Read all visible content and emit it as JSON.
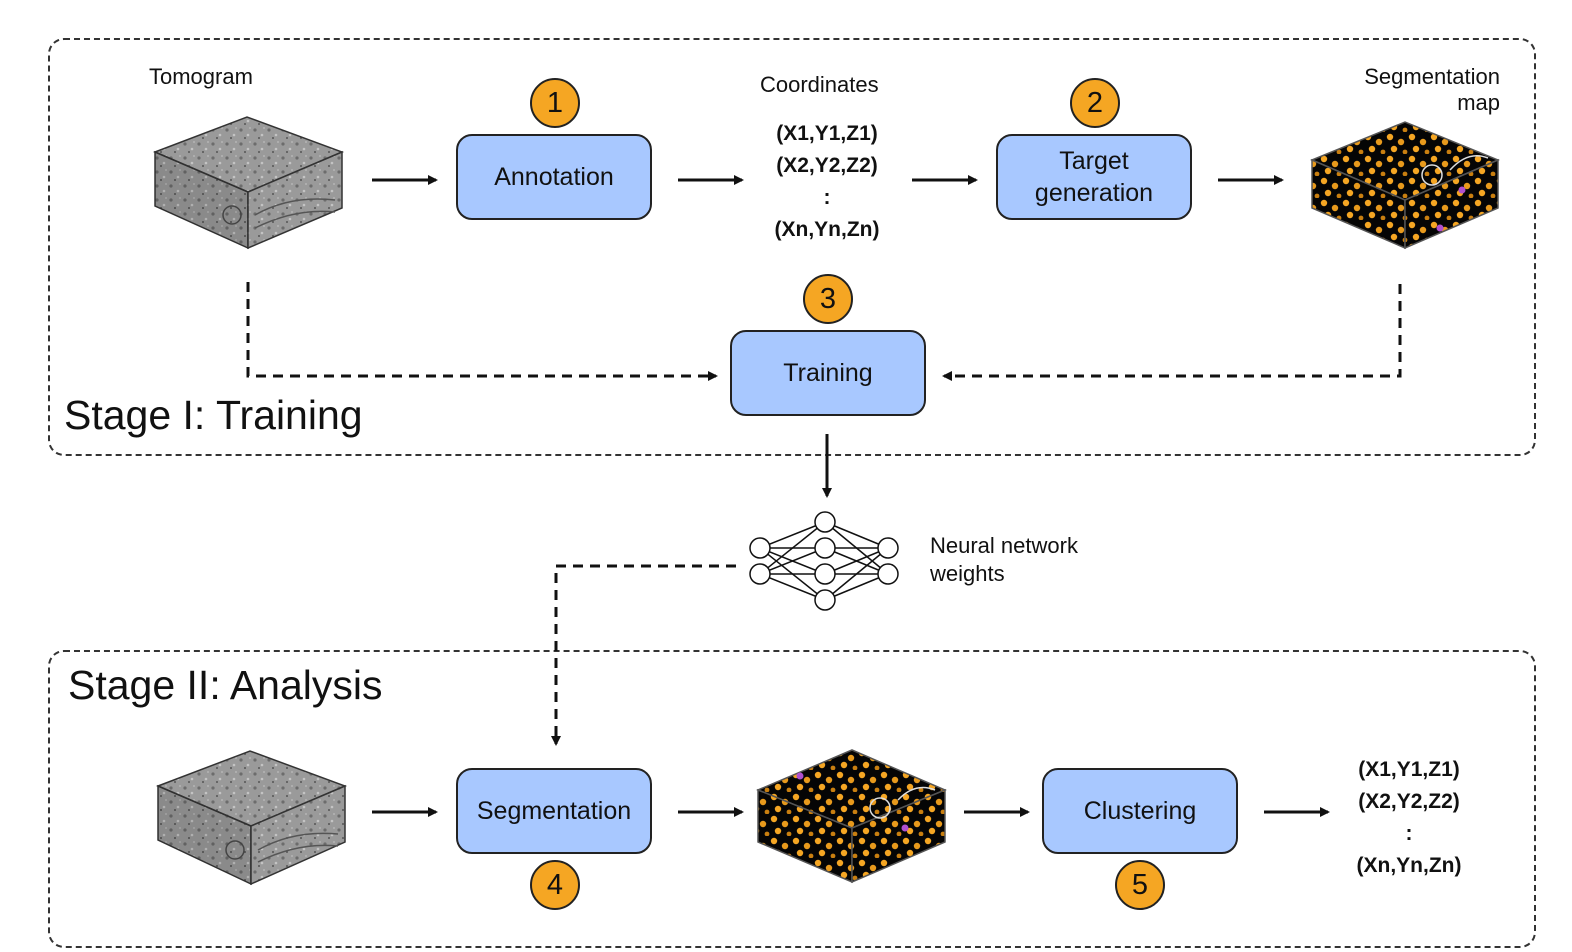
{
  "stage1": {
    "title": "Stage I: Training"
  },
  "stage2": {
    "title": "Stage II: Analysis"
  },
  "labels": {
    "tomogram": "Tomogram",
    "coordinates": "Coordinates",
    "segmentation_map_line1": "Segmentation",
    "segmentation_map_line2": "map",
    "nn_line1": "Neural network",
    "nn_line2": "weights"
  },
  "steps": {
    "annotation": {
      "number": "1",
      "label": "Annotation"
    },
    "target_generation": {
      "number": "2",
      "label_line1": "Target",
      "label_line2": "generation"
    },
    "training": {
      "number": "3",
      "label": "Training"
    },
    "segmentation": {
      "number": "4",
      "label": "Segmentation"
    },
    "clustering": {
      "number": "5",
      "label": "Clustering"
    }
  },
  "coordinates": [
    "(X1,Y1,Z1)",
    "(X2,Y2,Z2)",
    ":",
    "(Xn,Yn,Zn)"
  ],
  "colors": {
    "box_fill": "#a8c8ff",
    "badge_fill": "#f5a623",
    "particle": "#f5a623",
    "volume_dark": "#000000"
  },
  "icons": {
    "tomogram": "grayscale-3d-volume",
    "segmentation_map": "dark-volume-with-orange-particles",
    "neural_network": "network-graph-icon"
  }
}
